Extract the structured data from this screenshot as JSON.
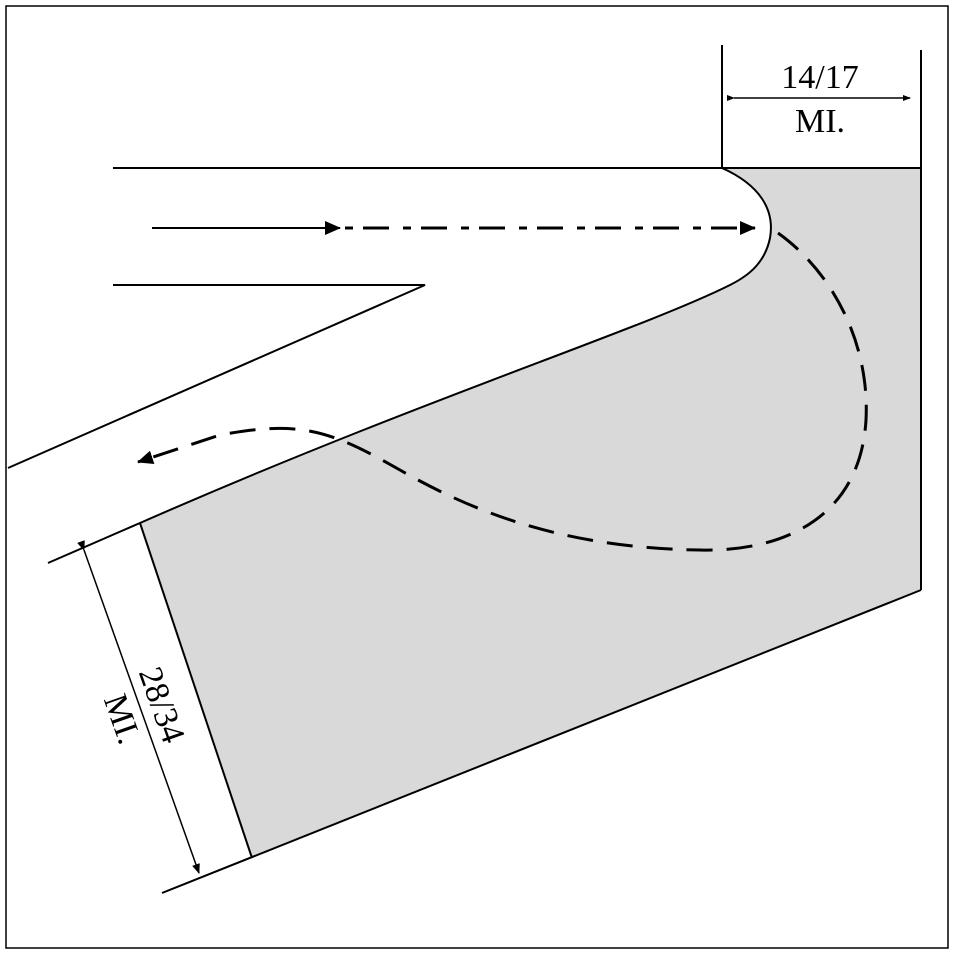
{
  "diagram": {
    "top_dimension": {
      "value": "14/17",
      "unit": "MI."
    },
    "left_dimension": {
      "value": "28/34",
      "unit": "MI."
    },
    "colors": {
      "shaded": "#d9d9d9",
      "line": "#000000",
      "background": "#ffffff"
    }
  }
}
